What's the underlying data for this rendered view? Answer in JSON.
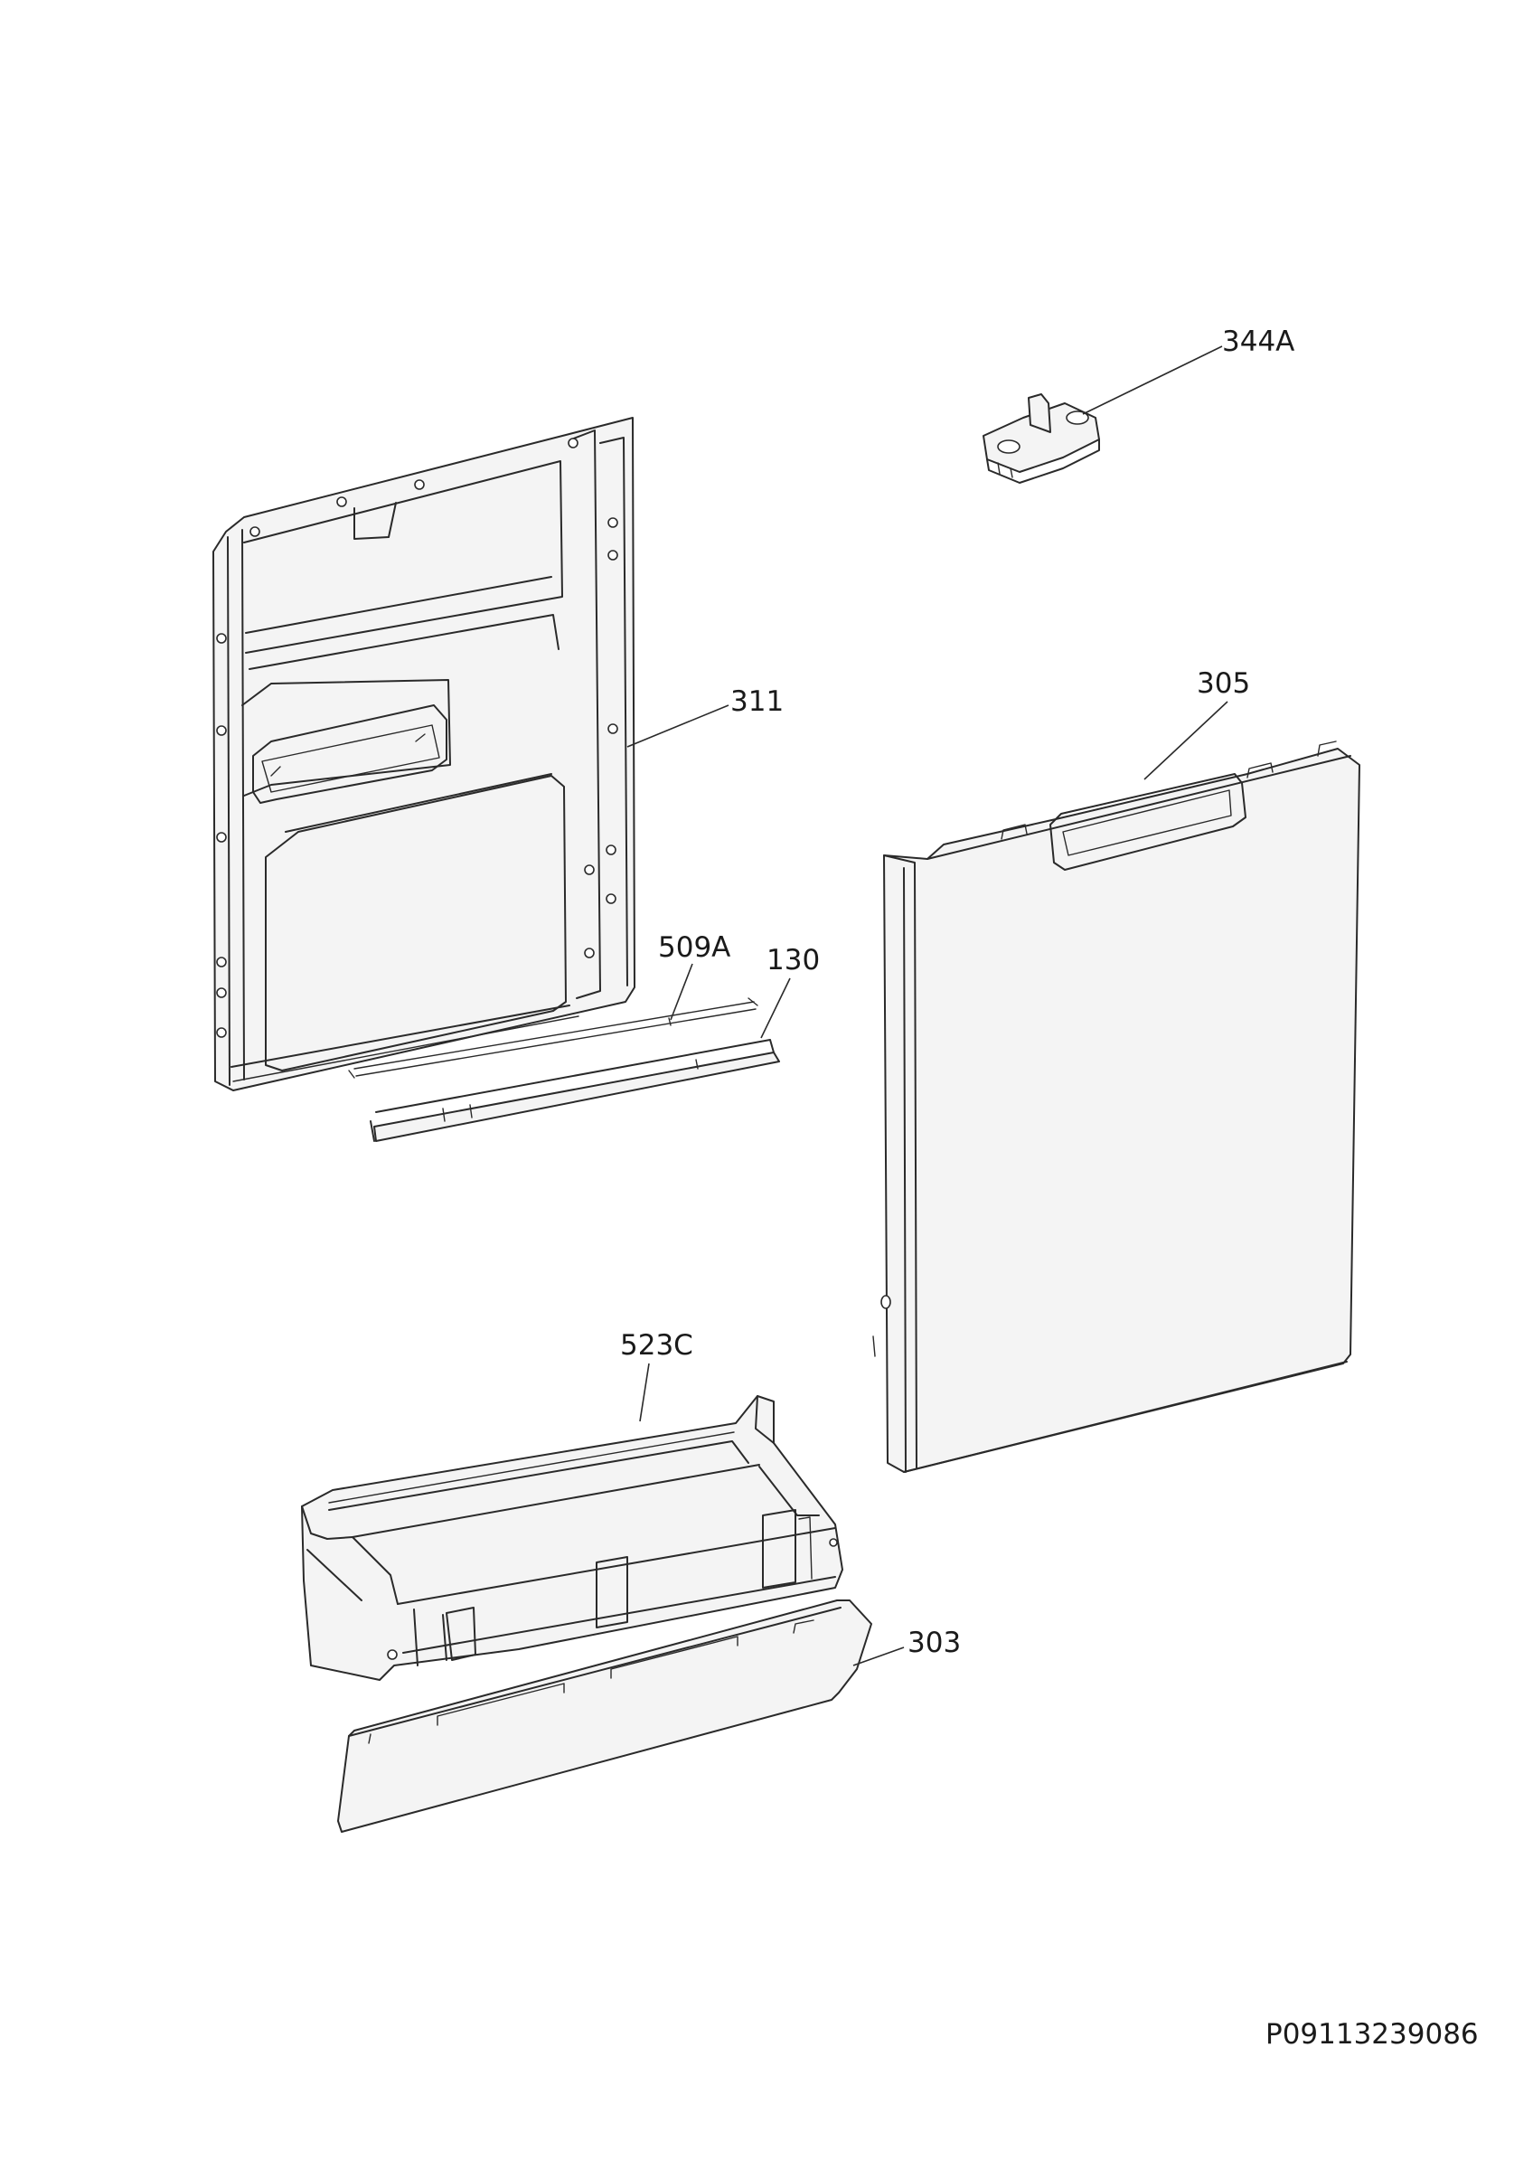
{
  "callouts": {
    "c344A": "344A",
    "c311": "311",
    "c305": "305",
    "c509A": "509A",
    "c130": "130",
    "c523C": "523C",
    "c303": "303"
  },
  "drawing_code": "P09113239086"
}
